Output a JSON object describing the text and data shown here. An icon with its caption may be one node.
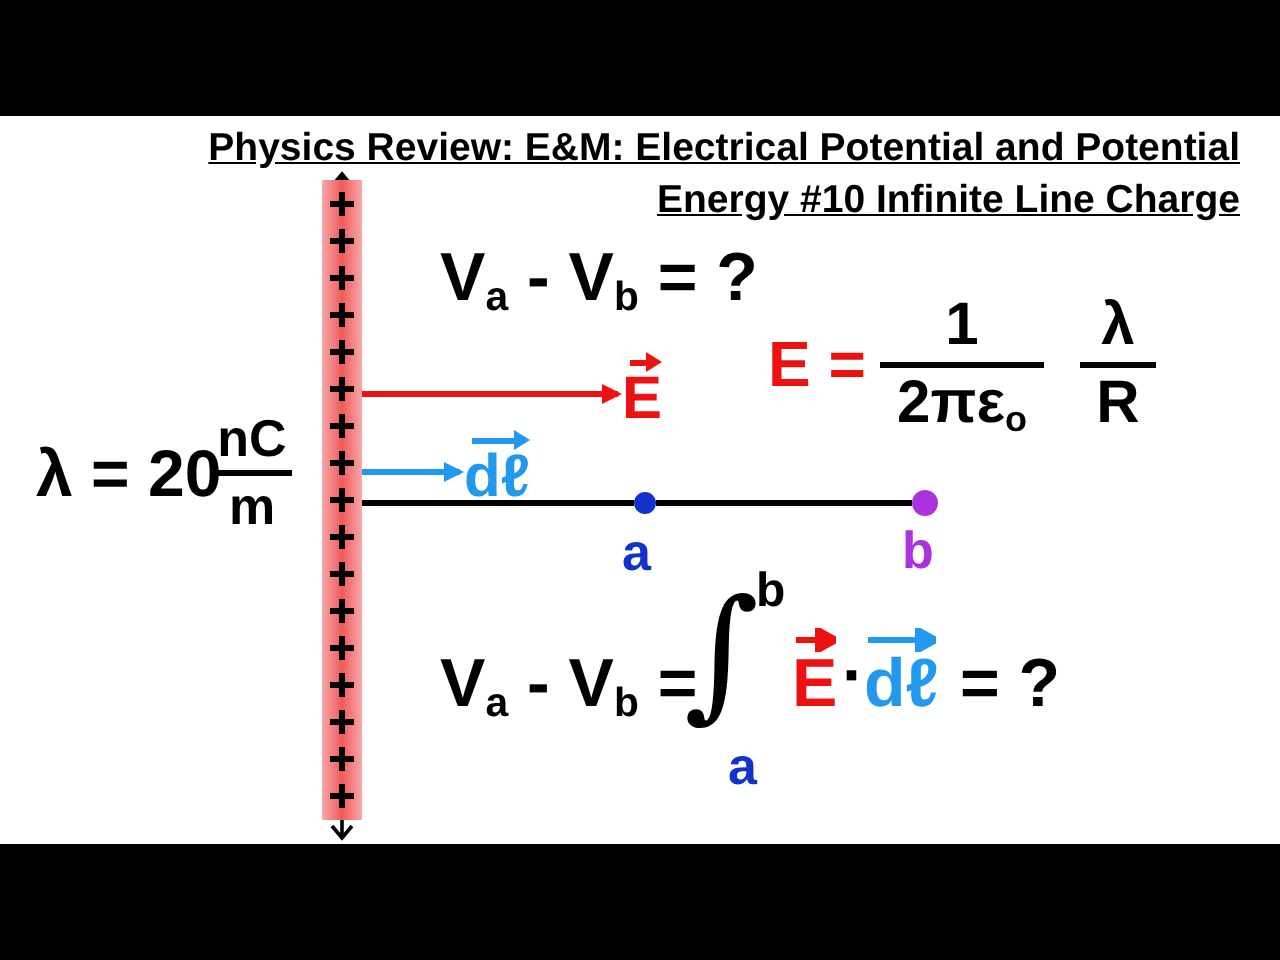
{
  "diagram": {
    "title": "Physics Review: E&M: Electrical Potential and Potential Energy #10 Infinite Line Charge",
    "nodes": [
      {
        "text": [],
        "shape": "bar"
      },
      {
        "text": [
          "E"
        ]
      },
      {
        "text": [
          "dℓ"
        ]
      },
      {
        "text": [],
        "shape": "circle",
        "beside": [
          "a"
        ]
      },
      {
        "text": [],
        "shape": "circle",
        "beside": [
          "b"
        ]
      }
    ],
    "edges": [
      {
        "from": 0,
        "to": 1,
        "arrow": "to",
        "color": "#ee1111"
      },
      {
        "from": 0,
        "to": 2,
        "arrow": "to",
        "color": "#2299ee"
      },
      {
        "from": 0,
        "to": 3,
        "arrow": "none"
      },
      {
        "from": 3,
        "to": 4,
        "arrow": "none"
      }
    ],
    "labels": [
      "V$_{a}$ - V$_{b}$ = ?",
      "λ = 20",
      "nC",
      "m",
      "E =",
      "1",
      "2πε$_{o}$",
      "λ",
      "R",
      "V$_{a}$ - V$_{b}$ =",
      "∫",
      "b",
      "a",
      "E",
      "·",
      "dℓ",
      "= ?"
    ]
  }
}
